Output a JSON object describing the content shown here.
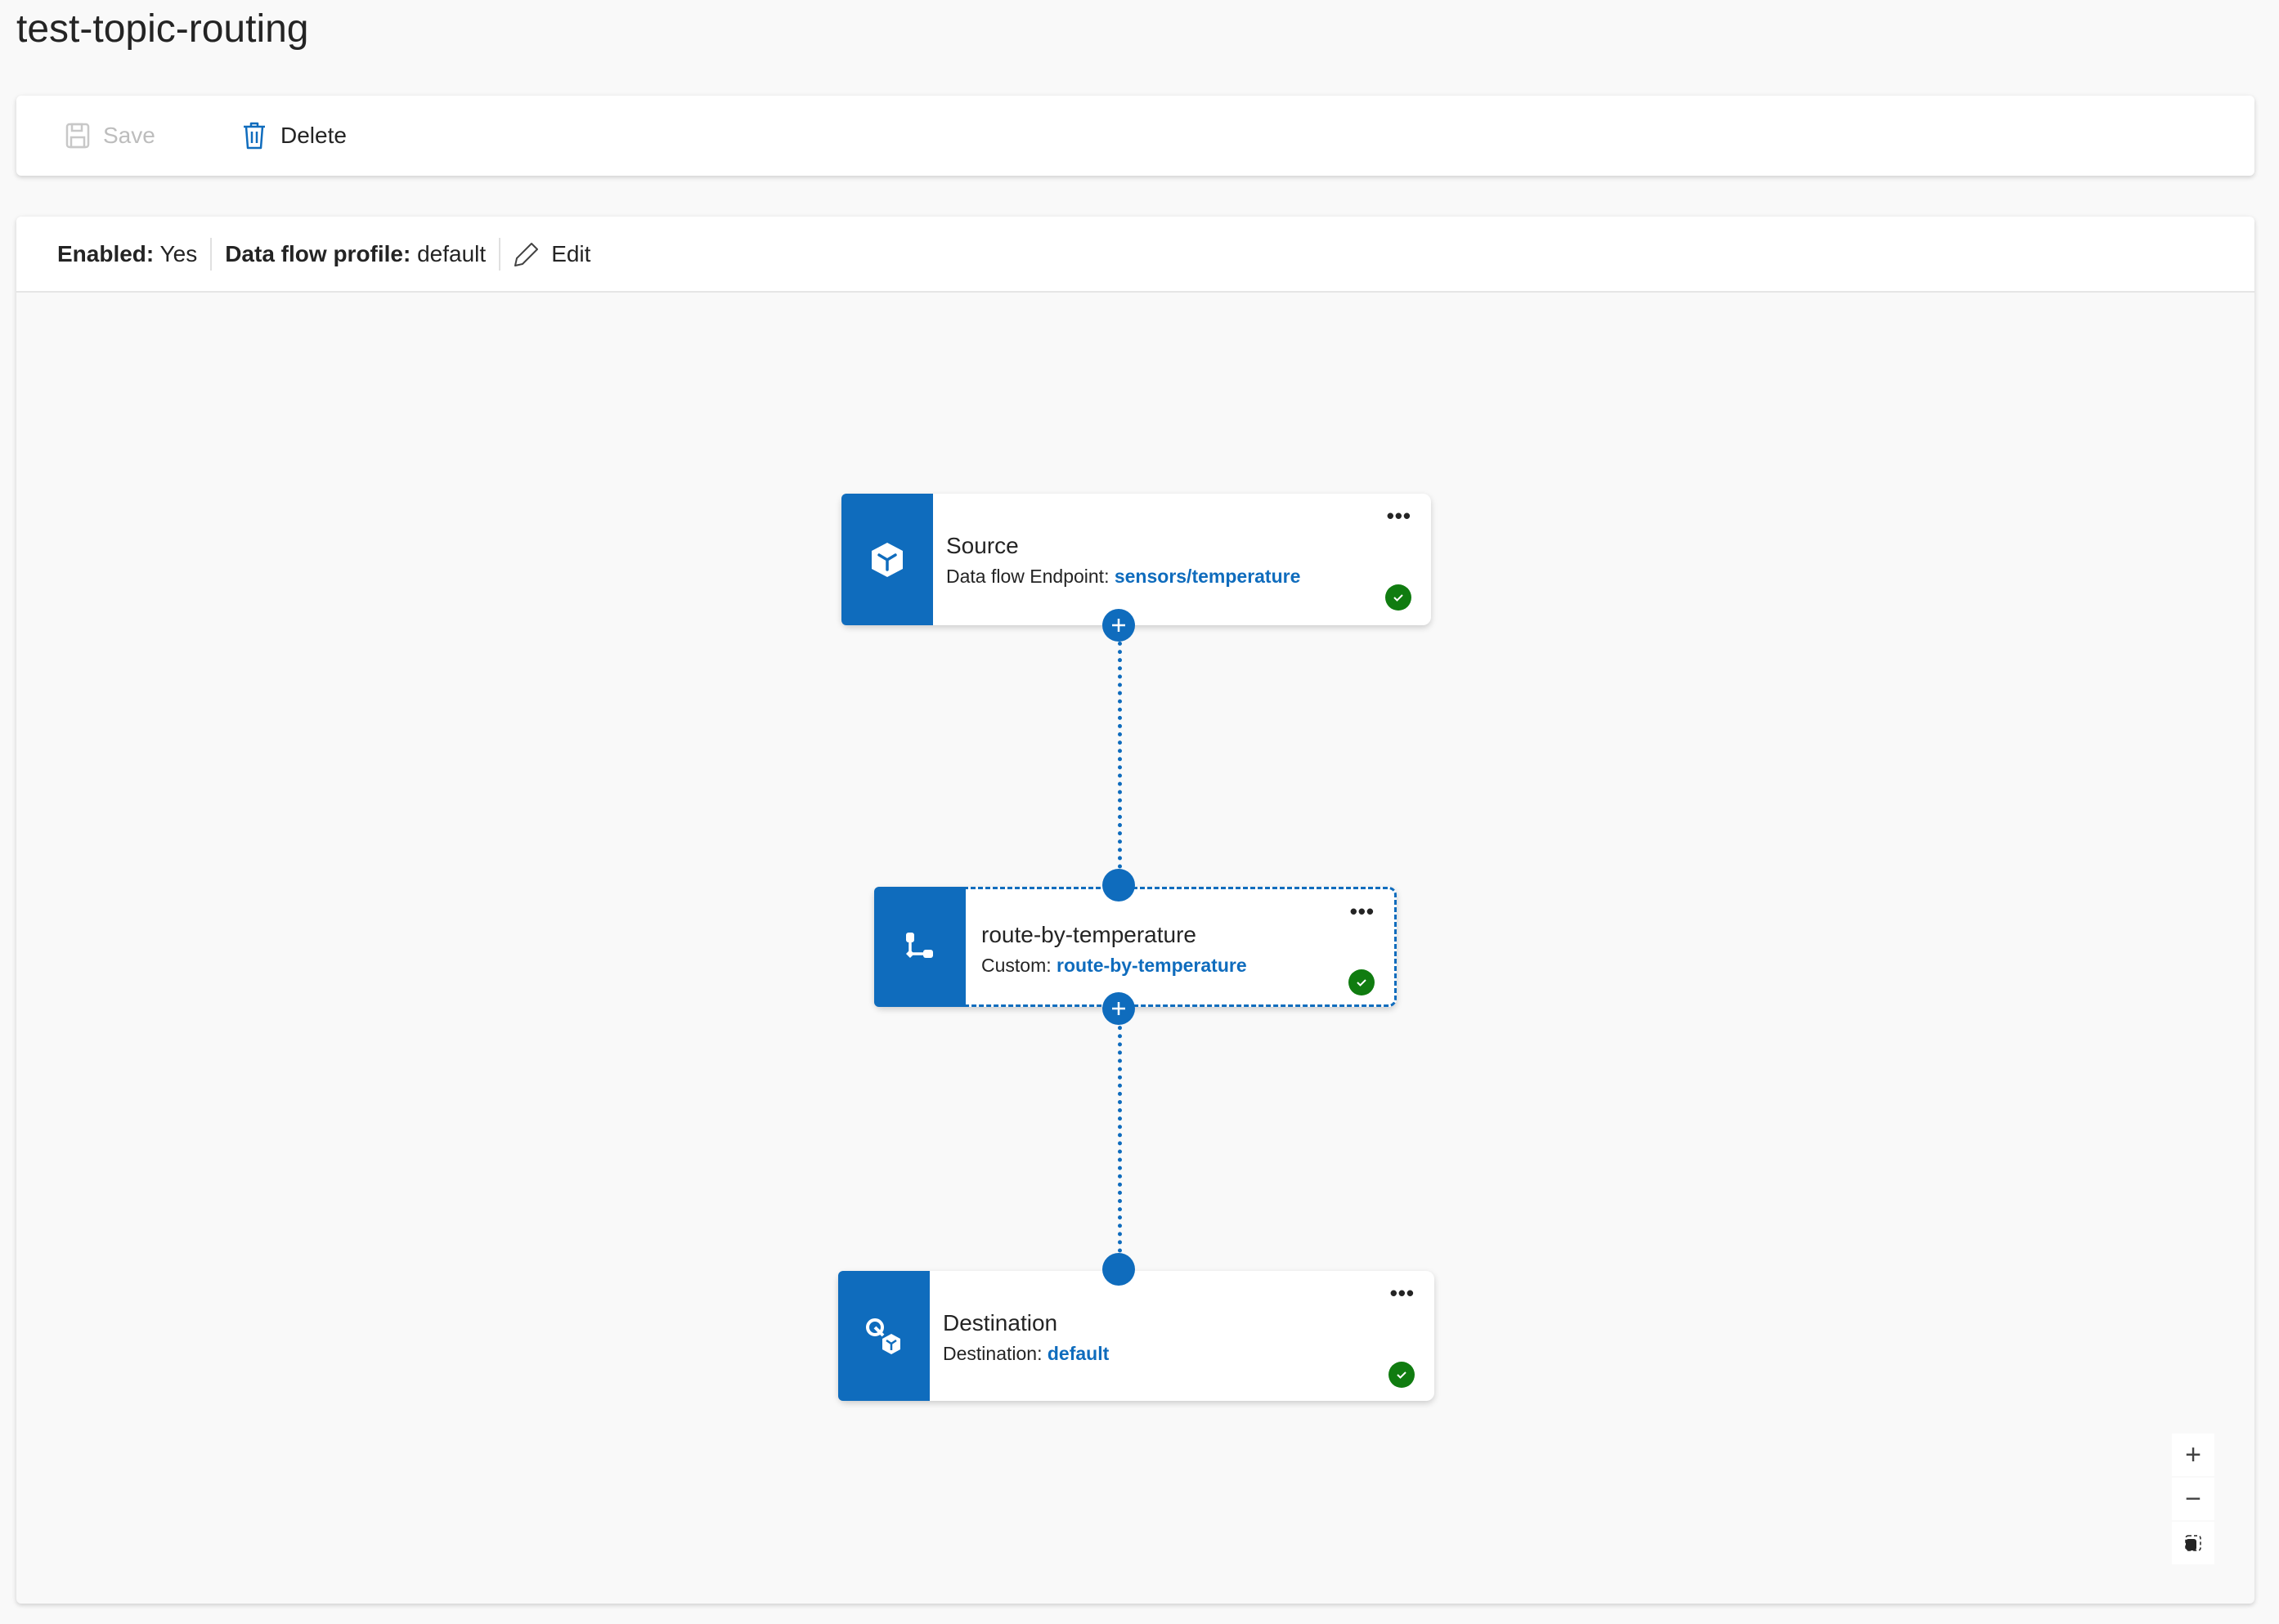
{
  "page": {
    "title": "test-topic-routing"
  },
  "toolbar": {
    "save_label": "Save",
    "delete_label": "Delete"
  },
  "flow_header": {
    "enabled_label": "Enabled:",
    "enabled_value": "Yes",
    "profile_label": "Data flow profile:",
    "profile_value": "default",
    "edit_label": "Edit"
  },
  "nodes": {
    "source": {
      "title": "Source",
      "sub_label": "Data flow Endpoint:",
      "sub_value": "sensors/temperature",
      "status": "success",
      "icon": "cube-icon"
    },
    "transform": {
      "title": "route-by-temperature",
      "sub_label": "Custom:",
      "sub_value": "route-by-temperature",
      "status": "success",
      "icon": "branch-icon",
      "selected": true
    },
    "destination": {
      "title": "Destination",
      "sub_label": "Destination:",
      "sub_value": "default",
      "status": "success",
      "icon": "destination-icon"
    }
  },
  "more_label": "•••",
  "zoom_controls": {
    "zoom_in": "+",
    "zoom_out": "−"
  },
  "colors": {
    "accent": "#0f6cbd",
    "success": "#107c10",
    "background": "#f9f9f9"
  }
}
